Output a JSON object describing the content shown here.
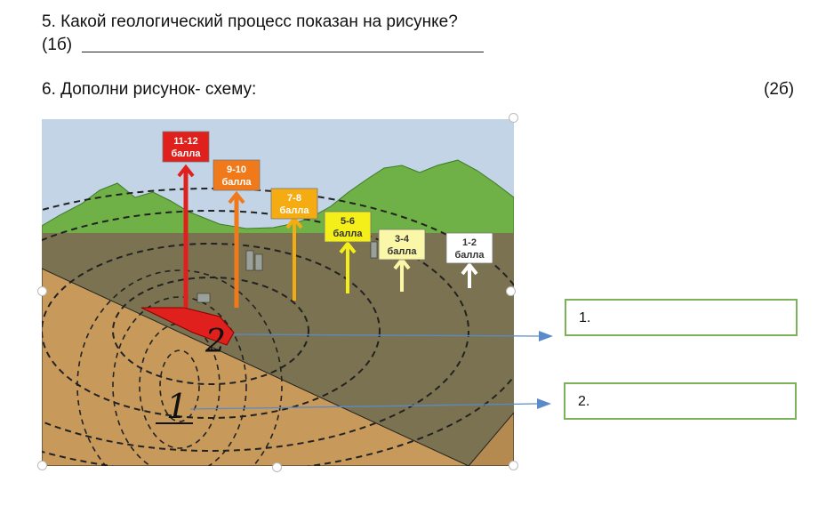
{
  "q5": {
    "text": "5. Какой геологический процесс показан на рисунке?",
    "points": "(1б)"
  },
  "q6": {
    "text": "6. Дополни рисунок- схему:",
    "points": "(2б)"
  },
  "figure": {
    "levels": [
      {
        "range": "11-12",
        "unit": "балла",
        "color": "#e0201c",
        "text_color": "#ffffff"
      },
      {
        "range": "9-10",
        "unit": "балла",
        "color": "#f07a1a",
        "text_color": "#ffffff"
      },
      {
        "range": "7-8",
        "unit": "балла",
        "color": "#f5ac12",
        "text_color": "#ffffff"
      },
      {
        "range": "5-6",
        "unit": "балла",
        "color": "#f4ef18",
        "text_color": "#333333"
      },
      {
        "range": "3-4",
        "unit": "балла",
        "color": "#fbf7a8",
        "text_color": "#333333"
      },
      {
        "range": "1-2",
        "unit": "балла",
        "color": "#ffffff",
        "text_color": "#333333"
      }
    ],
    "handwritten": [
      "2",
      "1"
    ],
    "colors": {
      "sky": "#c3d4e6",
      "mountains": "#6fb146",
      "surface": "#7a7250",
      "rock": "#c79a5b",
      "arrow": "#5b8ac8"
    }
  },
  "answers": [
    {
      "label": "1."
    },
    {
      "label": "2."
    }
  ]
}
